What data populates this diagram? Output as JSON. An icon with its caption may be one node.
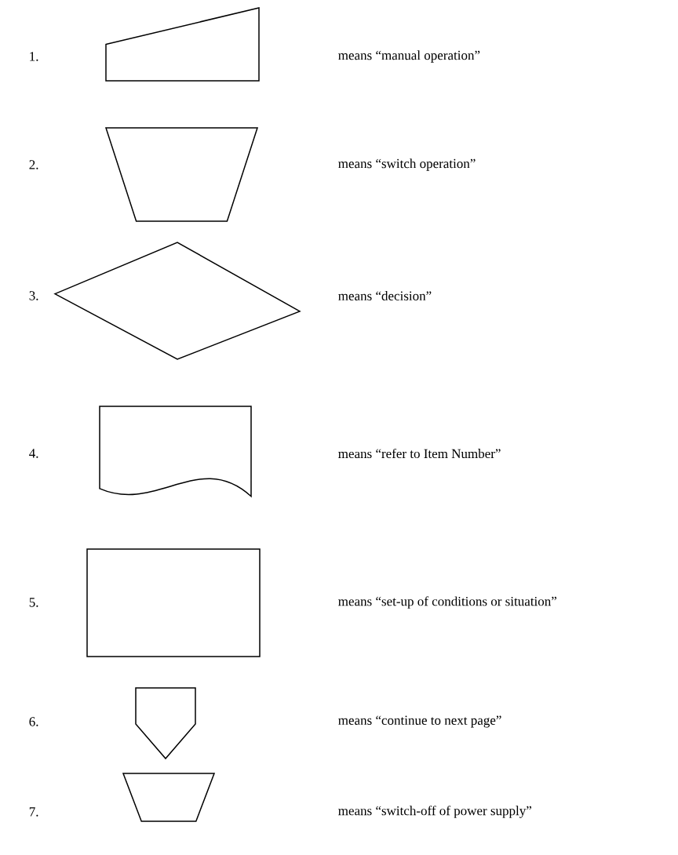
{
  "diagram": {
    "nodes": [
      {
        "text": [],
        "shape": "quadrilateral"
      },
      {
        "text": [],
        "shape": "trapezoid"
      },
      {
        "text": [],
        "shape": "diamond"
      },
      {
        "text": [],
        "shape": "document"
      },
      {
        "text": [],
        "shape": "box"
      },
      {
        "text": [],
        "shape": "pentagon"
      },
      {
        "text": [],
        "shape": "trapezoid"
      }
    ],
    "labels": [
      "1.",
      "means “manual operation”",
      "2.",
      "means “switch operation”",
      "3.",
      "means “decision”",
      "4.",
      "means “refer to Item Number”",
      "5.",
      "means “set-up of conditions or situation”",
      "6.",
      "means “continue to next page”",
      "7.",
      "means “switch-off of power supply”"
    ]
  }
}
